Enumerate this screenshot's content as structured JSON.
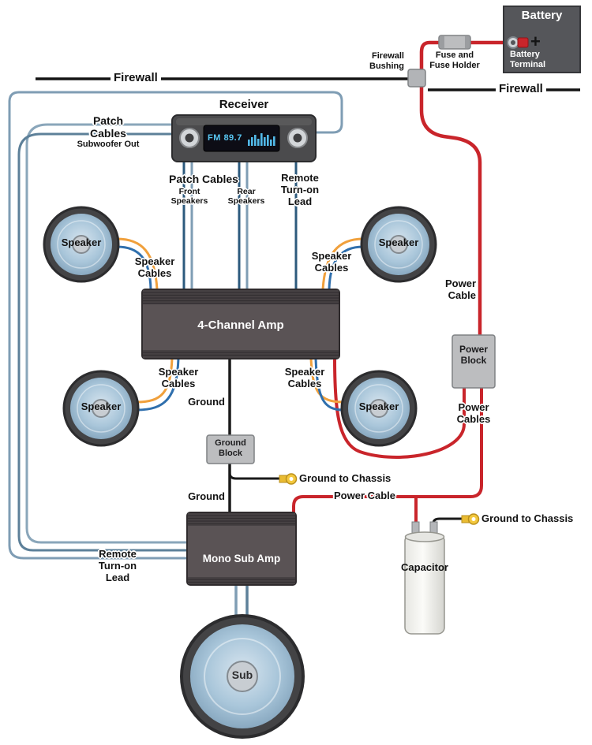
{
  "colors": {
    "power_cable": "#c9252b",
    "ground_wire": "#1a1a1a",
    "patch_steel": "#7f9db4",
    "patch_navy": "#2c5a7d",
    "speaker_orange": "#f0a03c",
    "speaker_blue": "#2f6fad",
    "terminal_yellow": "#f3c83e",
    "amp_body": "#5a5355",
    "block_gray": "#bcbdbf"
  },
  "firewall": {
    "left": "Firewall",
    "right": "Firewall"
  },
  "bushing": {
    "label": "Firewall\nBushing"
  },
  "battery": {
    "title": "Battery",
    "terminal": "Battery\nTerminal",
    "plus": "+"
  },
  "fuse": {
    "label": "Fuse and\nFuse Holder"
  },
  "receiver": {
    "title": "Receiver",
    "display": "FM 89.7"
  },
  "patch_subwoofer": {
    "title": "Patch\nCables",
    "subtitle": "Subwoofer Out"
  },
  "patch_amp": {
    "title": "Patch Cables",
    "front": "Front\nSpeakers",
    "rear": "Rear\nSpeakers"
  },
  "remote_lead": {
    "top": "Remote\nTurn-on\nLead",
    "bottom": "Remote\nTurn-on\nLead"
  },
  "speakers": [
    {
      "label": "Speaker"
    },
    {
      "label": "Speaker"
    },
    {
      "label": "Speaker"
    },
    {
      "label": "Speaker"
    }
  ],
  "speaker_cables": [
    {
      "label": "Speaker\nCables"
    },
    {
      "label": "Speaker\nCables"
    },
    {
      "label": "Speaker\nCables"
    },
    {
      "label": "Speaker\nCables"
    }
  ],
  "amp4": {
    "label": "4-Channel Amp"
  },
  "mono_amp": {
    "label": "Mono Sub Amp"
  },
  "sub": {
    "label": "Sub"
  },
  "ground": {
    "upper": "Ground",
    "lower": "Ground",
    "block": "Ground\nBlock",
    "chassis_upper": "Ground to Chassis",
    "chassis_lower": "Ground to Chassis"
  },
  "power": {
    "cable_upper": "Power\nCable",
    "block": "Power\nBlock",
    "cables": "Power\nCables",
    "cable_lower": "Power Cable"
  },
  "capacitor": {
    "label": "Capacitor"
  }
}
